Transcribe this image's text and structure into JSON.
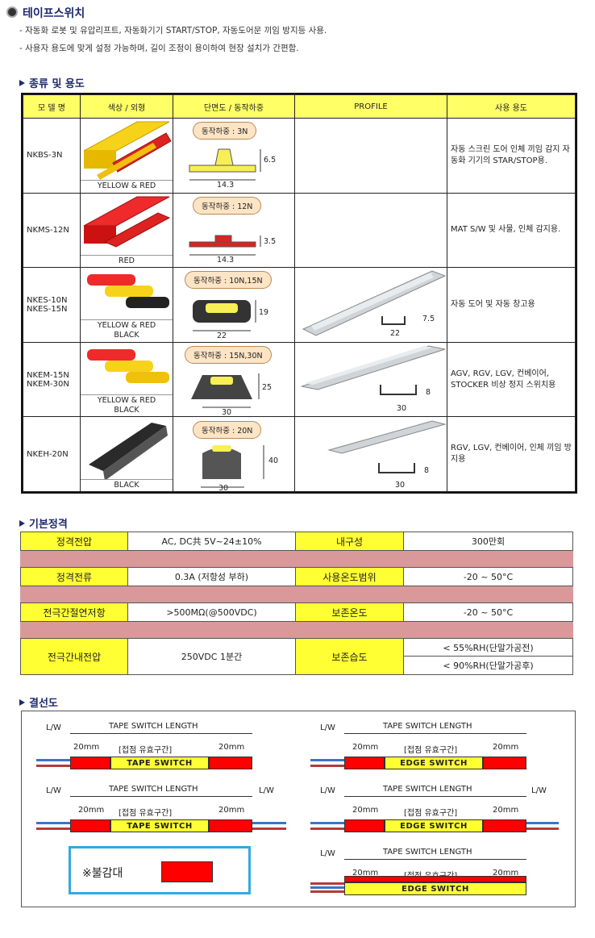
{
  "page": {
    "title": "테이프스위치",
    "desc1": "- 자동화 로봇 및 유압리프트, 자동화기기 START/STOP, 자동도어문 끼임 방지등 사용.",
    "desc2": "- 사용자 용도에 맞게 설정 가능하며, 길이 조정이 용이하여 현장 설치가 간편함."
  },
  "sections": {
    "types": "종류 및 용도",
    "specs": "기본정격",
    "wiring": "결선도"
  },
  "types_table": {
    "headers": [
      "모 델 명",
      "색상 / 외형",
      "단면도 / 동작하중",
      "PROFILE",
      "사용 용도"
    ],
    "rows": [
      {
        "model": "NKBS-3N",
        "color": "YELLOW & RED",
        "load": "동작하중 : 3N",
        "w": "14.3",
        "h": "6.5",
        "pw": "",
        "ph": "",
        "use": "자동 스크린 도어 인체 끼임 감지 자동화 기기의 STAR/STOP용."
      },
      {
        "model": "NKMS-12N",
        "color": "RED",
        "load": "동작하중 : 12N",
        "w": "14.3",
        "h": "3.5",
        "pw": "",
        "ph": "",
        "use": "MAT S/W 및 사물, 인체 감지용."
      },
      {
        "model": "NKES-10N\nNKES-15N",
        "color": "YELLOW & RED\nBLACK",
        "load": "동작하중 : 10N,15N",
        "w": "22",
        "h": "19",
        "pw": "22",
        "ph": "7.5",
        "use": "자동 도어 및 자동 창고용"
      },
      {
        "model": "NKEM-15N\nNKEM-30N",
        "color": "YELLOW & RED\nBLACK",
        "load": "동작하중 : 15N,30N",
        "w": "30",
        "h": "25",
        "pw": "30",
        "ph": "8",
        "use": "AGV, RGV, LGV, 컨베이어, STOCKER 비상 정지 스위치용"
      },
      {
        "model": "NKEH-20N",
        "color": "BLACK",
        "load": "동작하중 : 20N",
        "w": "30",
        "h": "40",
        "pw": "30",
        "ph": "8",
        "use": "RGV, LGV, 컨베이어, 인체 끼임 방지용"
      }
    ]
  },
  "specs": {
    "r1": {
      "k1": "정격전압",
      "v1": "AC, DC共 5V~24±10%",
      "k2": "내구성",
      "v2": "300만회"
    },
    "r2": {
      "k1": "정격전류",
      "v1": "0.3A (저항성 부하)",
      "k2": "사용온도범위",
      "v2": "-20 ~ 50°C"
    },
    "r3": {
      "k1": "전극간절연저항",
      "v1": ">500MΩ(@500VDC)",
      "k2": "보존온도",
      "v2": "-20 ~ 50°C"
    },
    "r4": {
      "k1": "전극간내전압",
      "v1": "250VDC 1분간",
      "k2": "보존습도",
      "v2a": "< 55%RH(단말가공전)",
      "v2b": "< 90%RH(단말가공후)"
    }
  },
  "wiring": {
    "lw": "L/W",
    "length": "TAPE SWITCH LENGTH",
    "margin": "20mm",
    "effective": "[접점 유효구간]",
    "tape": "TAPE SWITCH",
    "edge": "EDGE SWITCH",
    "legend": "※불감대"
  },
  "colors": {
    "yellow": "#ffff33",
    "red": "#ff0000",
    "pink": "#d9999a",
    "legend_border": "#33aadd"
  }
}
